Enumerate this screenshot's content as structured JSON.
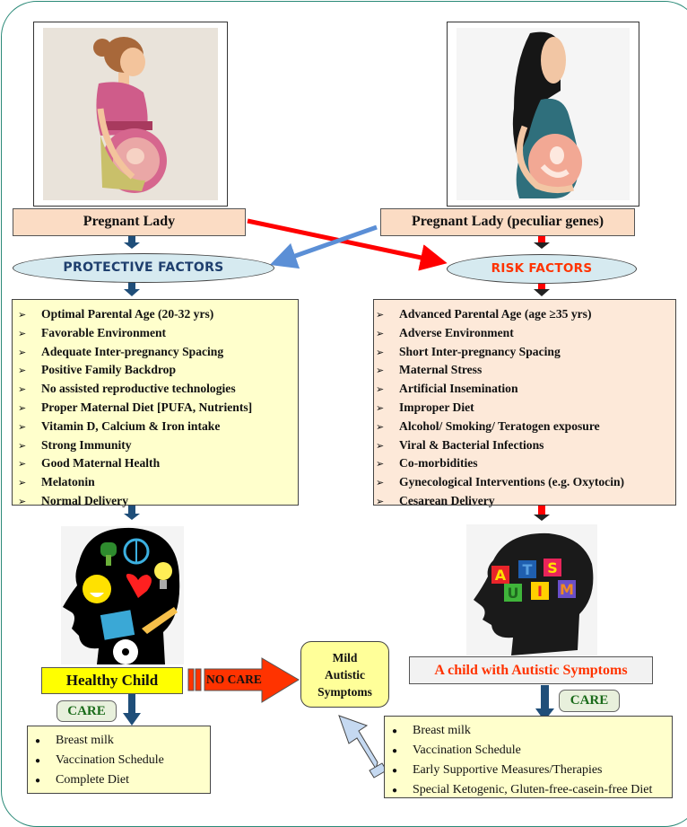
{
  "diagram": {
    "left_column": {
      "photo": {
        "description": "pregnant woman illustration (pink top, brown hair)",
        "icon": "pregnant-woman-illustration"
      },
      "label": "Pregnant Lady",
      "factor_title": "PROTECTIVE FACTORS",
      "factor_title_color": "#1f3f6e",
      "factors": [
        "Optimal Parental Age (20-32 yrs)",
        "Favorable Environment",
        "Adequate Inter-pregnancy Spacing",
        "Positive Family Backdrop",
        "No assisted reproductive technologies",
        "Proper Maternal Diet [PUFA, Nutrients]",
        "Vitamin D, Calcium & Iron intake",
        "Strong Immunity",
        "Good Maternal Health",
        "Melatonin",
        "Normal Delivery"
      ],
      "factor_box_color": "#ffffcc",
      "child_image": {
        "description": "child head silhouette with healthy icons",
        "icon": "healthy-child-head-illustration"
      },
      "outcome_label": "Healthy Child",
      "outcome_color": "#ffff00",
      "care_tag": "CARE",
      "care_items": [
        "Breast milk",
        "Vaccination Schedule",
        "Complete Diet"
      ],
      "arrow_color": "#1f4e79"
    },
    "right_column": {
      "photo": {
        "description": "pregnant woman illustration (teal dress, black hair)",
        "icon": "pregnant-woman-genes-illustration"
      },
      "label": "Pregnant Lady (peculiar genes)",
      "factor_title": "RISK FACTORS",
      "factor_title_color": "#ff3300",
      "factors": [
        "Advanced Parental Age (age ≥35 yrs)",
        "Adverse Environment",
        "Short Inter-pregnancy Spacing",
        "Maternal Stress",
        "Artificial Insemination",
        "Improper Diet",
        "Alcohol/ Smoking/ Teratogen exposure",
        "Viral & Bacterial Infections",
        "Co-morbidities",
        "Gynecological Interventions (e.g. Oxytocin)",
        "Cesarean Delivery"
      ],
      "factor_box_color": "#fde9d9",
      "child_image": {
        "description": "child head silhouette with AUTISM puzzle letters",
        "letters": [
          "A",
          "U",
          "T",
          "I",
          "S",
          "M"
        ],
        "icon": "autism-child-head-illustration"
      },
      "outcome_label": "A child with Autistic Symptoms",
      "outcome_text_color": "#ff3300",
      "care_tag": "CARE",
      "care_items": [
        "Breast milk",
        "Vaccination Schedule",
        "Early Supportive Measures/Therapies",
        "Special Ketogenic, Gluten-free-casein-free Diet"
      ],
      "arrow_color": "#ff0000"
    },
    "middle": {
      "no_care_label": "NO CARE",
      "mild_symptoms_label": [
        "Mild",
        "Autistic",
        "Symptoms"
      ],
      "no_care_arrow_color": "#ff3300",
      "mild_box_color": "#ffff99",
      "return_arrow_color": "#c5d9f1"
    },
    "cross_arrows": {
      "left_to_risk_color": "#ff0000",
      "right_to_protective_color": "#5b8fd6"
    },
    "bullet_glyph": "➢",
    "care_bullet_glyph": "●"
  }
}
